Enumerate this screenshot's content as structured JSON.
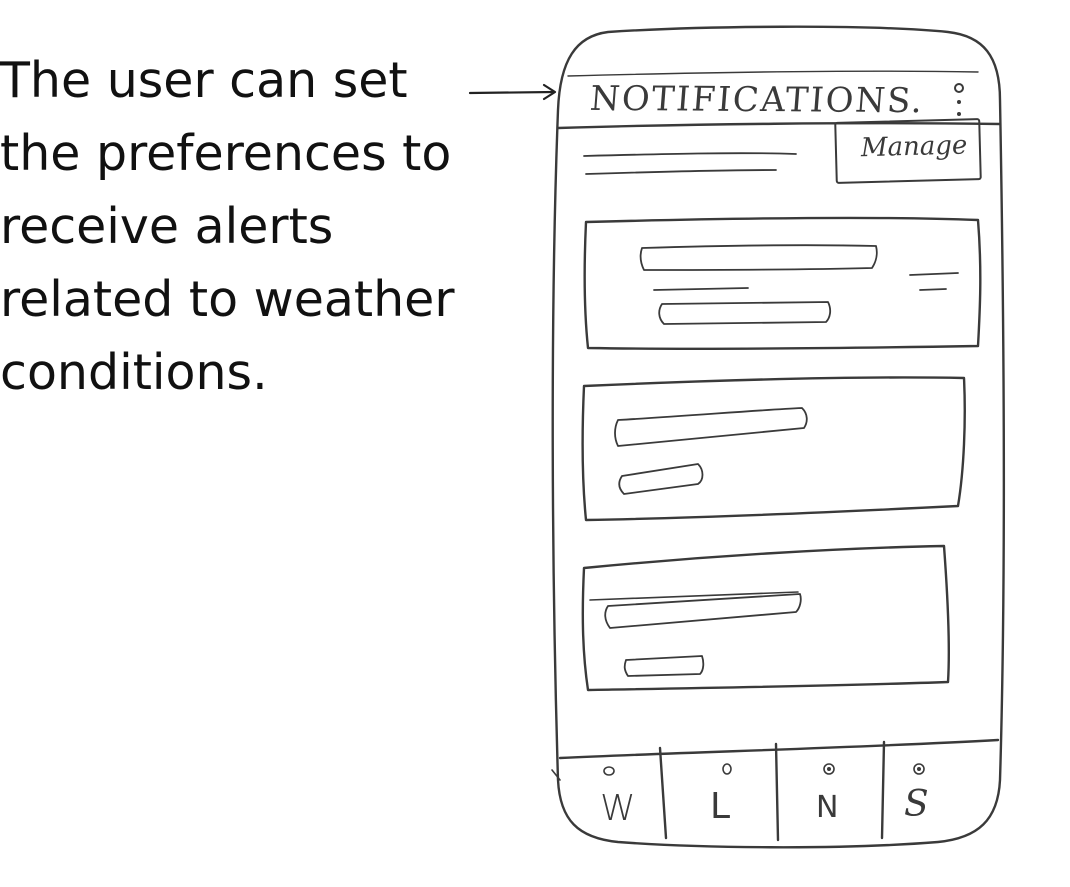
{
  "annotation": {
    "lines": [
      "The user can set",
      "the preferences to",
      "receive alerts",
      "related to weather",
      "conditions."
    ]
  },
  "header": {
    "title": "NOTIFICATIONS.",
    "menu_icon": "vertical-dots-icon"
  },
  "manage_button": {
    "label": "Manage"
  },
  "bottom_nav": {
    "items": [
      {
        "label": "W",
        "icon": "circle-icon"
      },
      {
        "label": "L",
        "icon": "circle-icon"
      },
      {
        "label": "N",
        "icon": "circle-icon"
      },
      {
        "label": "S",
        "icon": "circle-icon"
      }
    ]
  },
  "colors": {
    "ink": "#3a3a3a",
    "text": "#111111",
    "background": "#ffffff"
  }
}
